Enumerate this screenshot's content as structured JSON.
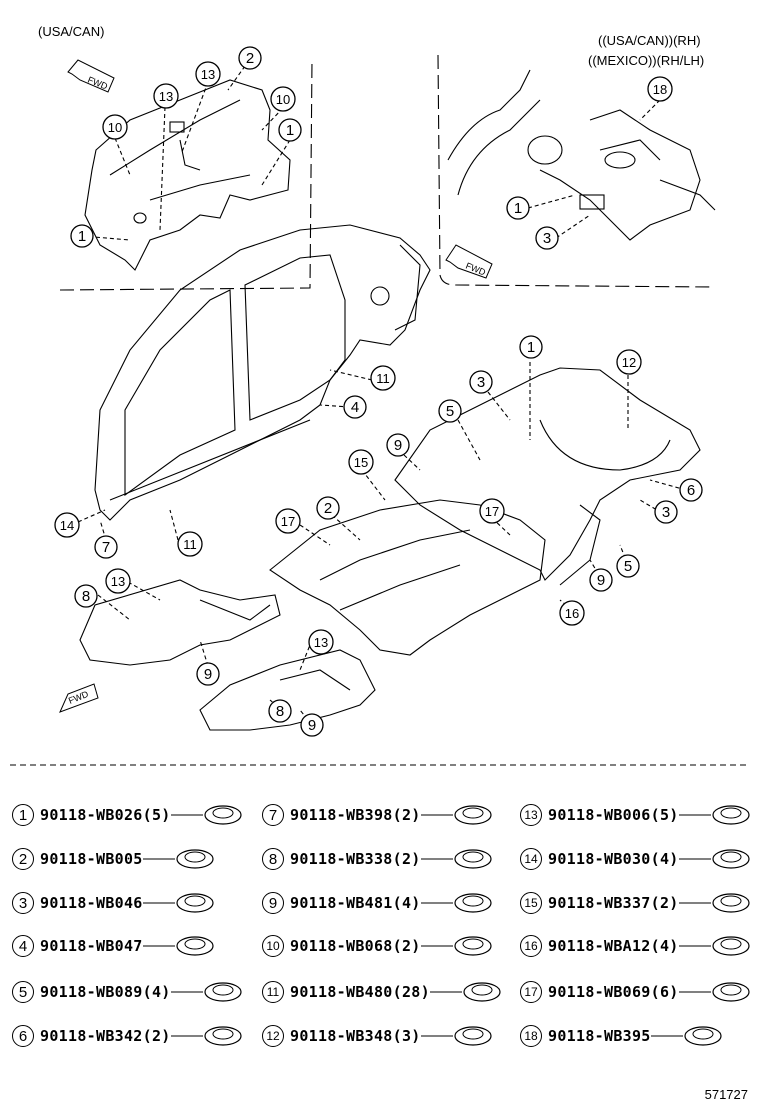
{
  "region_labels": {
    "top_left": "(USA/CAN)",
    "top_right_1": "((USA/CAN))(RH)",
    "top_right_2": "((MEXICO))(RH/LH)"
  },
  "fwd_label": "FWD",
  "callouts": {
    "c_tl_13a": "13",
    "c_tl_2": "2",
    "c_tl_13b": "13",
    "c_tl_10a": "10",
    "c_tl_10b": "10",
    "c_tl_1a": "1",
    "c_tl_1b": "1",
    "c_tr_18": "18",
    "c_tr_1": "1",
    "c_tr_3": "3",
    "c_m_11a": "11",
    "c_m_4": "4",
    "c_m_14": "14",
    "c_m_7": "7",
    "c_m_11b": "11",
    "c_f_1": "1",
    "c_f_12": "12",
    "c_f_3a": "3",
    "c_f_5a": "5",
    "c_f_9a": "9",
    "c_f_15": "15",
    "c_f_17a": "17",
    "c_f_2": "2",
    "c_f_17b": "17",
    "c_f_6": "6",
    "c_f_3b": "3",
    "c_f_5b": "5",
    "c_f_9b": "9",
    "c_f_16": "16",
    "c_b_8a": "8",
    "c_b_13a": "13",
    "c_b_9a": "9",
    "c_b_13b": "13",
    "c_b_8b": "8",
    "c_b_9b": "9"
  },
  "parts": [
    {
      "num": "1",
      "code": "90118-WB026(5)"
    },
    {
      "num": "2",
      "code": "90118-WB005"
    },
    {
      "num": "3",
      "code": "90118-WB046"
    },
    {
      "num": "4",
      "code": "90118-WB047"
    },
    {
      "num": "5",
      "code": "90118-WB089(4)"
    },
    {
      "num": "6",
      "code": "90118-WB342(2)"
    },
    {
      "num": "7",
      "code": "90118-WB398(2)"
    },
    {
      "num": "8",
      "code": "90118-WB338(2)"
    },
    {
      "num": "9",
      "code": "90118-WB481(4)"
    },
    {
      "num": "10",
      "code": "90118-WB068(2)"
    },
    {
      "num": "11",
      "code": "90118-WB480(28)"
    },
    {
      "num": "12",
      "code": "90118-WB348(3)"
    },
    {
      "num": "13",
      "code": "90118-WB006(5)"
    },
    {
      "num": "14",
      "code": "90118-WB030(4)"
    },
    {
      "num": "15",
      "code": "90118-WB337(2)"
    },
    {
      "num": "16",
      "code": "90118-WBA12(4)"
    },
    {
      "num": "17",
      "code": "90118-WB069(6)"
    },
    {
      "num": "18",
      "code": "90118-WB395"
    }
  ],
  "figure_id": "571727"
}
